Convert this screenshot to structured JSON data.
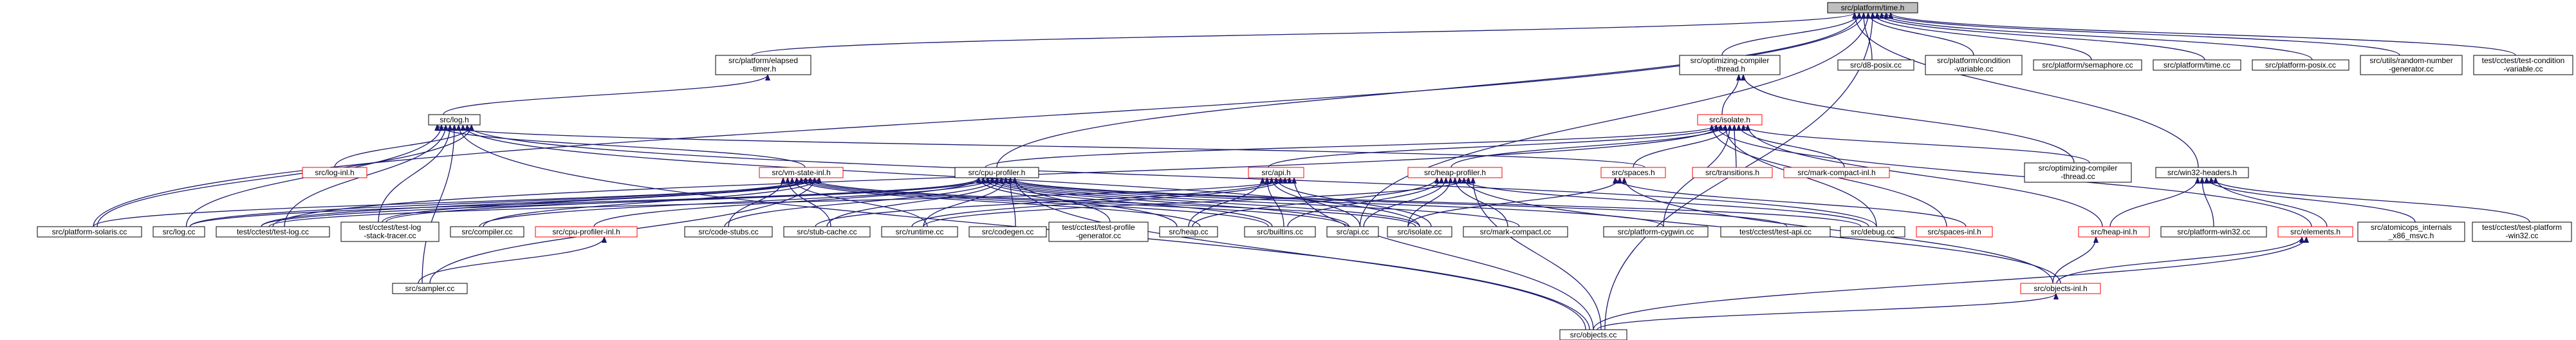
{
  "graph": {
    "colors": {
      "edge": "#191970",
      "node_border_black": "#000000",
      "node_border_red": "#ff0000",
      "root_fill": "#bfbfbf",
      "node_fill": "#ffffff"
    },
    "nodes": [
      {
        "id": "time_h",
        "lines": [
          "src/platform/time.h"
        ],
        "border": "black",
        "fill": "gray"
      },
      {
        "id": "elapsed_timer_h",
        "lines": [
          "src/platform/elapsed",
          "-timer.h"
        ],
        "border": "black"
      },
      {
        "id": "opt_compiler_thread_h",
        "lines": [
          "src/optimizing-compiler",
          "-thread.h"
        ],
        "border": "black"
      },
      {
        "id": "d8_posix",
        "lines": [
          "src/d8-posix.cc"
        ],
        "border": "black"
      },
      {
        "id": "condition_variable",
        "lines": [
          "src/platform/condition",
          "-variable.cc"
        ],
        "border": "black"
      },
      {
        "id": "semaphore",
        "lines": [
          "src/platform/semaphore.cc"
        ],
        "border": "black"
      },
      {
        "id": "time_cc",
        "lines": [
          "src/platform/time.cc"
        ],
        "border": "black"
      },
      {
        "id": "platform_posix",
        "lines": [
          "src/platform-posix.cc"
        ],
        "border": "black"
      },
      {
        "id": "random_gen",
        "lines": [
          "src/utils/random-number",
          "-generator.cc"
        ],
        "border": "black"
      },
      {
        "id": "test_condition",
        "lines": [
          "test/cctest/test-condition",
          "-variable.cc"
        ],
        "border": "black"
      },
      {
        "id": "log_h",
        "lines": [
          "src/log.h"
        ],
        "border": "black"
      },
      {
        "id": "isolate_h",
        "lines": [
          "src/isolate.h"
        ],
        "border": "red"
      },
      {
        "id": "log_inl_h",
        "lines": [
          "src/log-inl.h"
        ],
        "border": "red"
      },
      {
        "id": "vm_state_inl_h",
        "lines": [
          "src/vm-state-inl.h"
        ],
        "border": "red"
      },
      {
        "id": "cpu_profiler_h",
        "lines": [
          "src/cpu-profiler.h"
        ],
        "border": "black"
      },
      {
        "id": "api_h",
        "lines": [
          "src/api.h"
        ],
        "border": "red"
      },
      {
        "id": "heap_profiler_h",
        "lines": [
          "src/heap-profiler.h"
        ],
        "border": "red"
      },
      {
        "id": "spaces_h",
        "lines": [
          "src/spaces.h"
        ],
        "border": "red"
      },
      {
        "id": "transitions_h",
        "lines": [
          "src/transitions.h"
        ],
        "border": "red"
      },
      {
        "id": "mark_compact_inl_h",
        "lines": [
          "src/mark-compact-inl.h"
        ],
        "border": "red"
      },
      {
        "id": "opt_compiler_thread_cc",
        "lines": [
          "src/optimizing-compiler",
          "-thread.cc"
        ],
        "border": "black"
      },
      {
        "id": "win32_headers_h",
        "lines": [
          "src/win32-headers.h"
        ],
        "border": "black"
      },
      {
        "id": "platform_solaris",
        "lines": [
          "src/platform-solaris.cc"
        ],
        "border": "black"
      },
      {
        "id": "log_cc",
        "lines": [
          "src/log.cc"
        ],
        "border": "black"
      },
      {
        "id": "test_log",
        "lines": [
          "test/cctest/test-log.cc"
        ],
        "border": "black"
      },
      {
        "id": "test_log_stack_tracer",
        "lines": [
          "test/cctest/test-log",
          "-stack-tracer.cc"
        ],
        "border": "black"
      },
      {
        "id": "compiler_cc",
        "lines": [
          "src/compiler.cc"
        ],
        "border": "black"
      },
      {
        "id": "cpu_profiler_inl_h",
        "lines": [
          "src/cpu-profiler-inl.h"
        ],
        "border": "red"
      },
      {
        "id": "code_stubs",
        "lines": [
          "src/code-stubs.cc"
        ],
        "border": "black"
      },
      {
        "id": "stub_cache",
        "lines": [
          "src/stub-cache.cc"
        ],
        "border": "black"
      },
      {
        "id": "runtime_cc",
        "lines": [
          "src/runtime.cc"
        ],
        "border": "black"
      },
      {
        "id": "codegen_cc",
        "lines": [
          "src/codegen.cc"
        ],
        "border": "black"
      },
      {
        "id": "test_profile_gen",
        "lines": [
          "test/cctest/test-profile",
          "-generator.cc"
        ],
        "border": "black"
      },
      {
        "id": "heap_cc",
        "lines": [
          "src/heap.cc"
        ],
        "border": "black"
      },
      {
        "id": "builtins_cc",
        "lines": [
          "src/builtins.cc"
        ],
        "border": "black"
      },
      {
        "id": "api_cc",
        "lines": [
          "src/api.cc"
        ],
        "border": "black"
      },
      {
        "id": "isolate_cc",
        "lines": [
          "src/isolate.cc"
        ],
        "border": "black"
      },
      {
        "id": "mark_compact_cc",
        "lines": [
          "src/mark-compact.cc"
        ],
        "border": "black"
      },
      {
        "id": "platform_cygwin",
        "lines": [
          "src/platform-cygwin.cc"
        ],
        "border": "black"
      },
      {
        "id": "test_api",
        "lines": [
          "test/cctest/test-api.cc"
        ],
        "border": "black"
      },
      {
        "id": "debug_cc",
        "lines": [
          "src/debug.cc"
        ],
        "border": "black"
      },
      {
        "id": "spaces_inl_h",
        "lines": [
          "src/spaces-inl.h"
        ],
        "border": "red"
      },
      {
        "id": "heap_inl_h",
        "lines": [
          "src/heap-inl.h"
        ],
        "border": "red"
      },
      {
        "id": "platform_win32",
        "lines": [
          "src/platform-win32.cc"
        ],
        "border": "black"
      },
      {
        "id": "elements_h",
        "lines": [
          "src/elements.h"
        ],
        "border": "red"
      },
      {
        "id": "atomicops",
        "lines": [
          "src/atomicops_internals",
          "_x86_msvc.h"
        ],
        "border": "black"
      },
      {
        "id": "test_platform_win32",
        "lines": [
          "test/cctest/test-platform",
          "-win32.cc"
        ],
        "border": "black"
      },
      {
        "id": "sampler_cc",
        "lines": [
          "src/sampler.cc"
        ],
        "border": "black"
      },
      {
        "id": "objects_inl_h",
        "lines": [
          "src/objects-inl.h"
        ],
        "border": "red"
      },
      {
        "id": "objects_cc",
        "lines": [
          "src/objects.cc"
        ],
        "border": "black"
      }
    ],
    "edges": [
      [
        "elapsed_timer_h",
        "time_h"
      ],
      [
        "opt_compiler_thread_h",
        "time_h"
      ],
      [
        "d8_posix",
        "time_h"
      ],
      [
        "condition_variable",
        "time_h"
      ],
      [
        "semaphore",
        "time_h"
      ],
      [
        "time_cc",
        "time_h"
      ],
      [
        "platform_posix",
        "time_h"
      ],
      [
        "random_gen",
        "time_h"
      ],
      [
        "test_condition",
        "time_h"
      ],
      [
        "win32_headers_h",
        "time_h"
      ],
      [
        "cpu_profiler_h",
        "time_h"
      ],
      [
        "platform_solaris",
        "time_h"
      ],
      [
        "api_cc",
        "time_h"
      ],
      [
        "objects_cc",
        "time_h"
      ],
      [
        "log_h",
        "elapsed_timer_h"
      ],
      [
        "isolate_h",
        "opt_compiler_thread_h"
      ],
      [
        "opt_compiler_thread_cc",
        "opt_compiler_thread_h"
      ],
      [
        "log_inl_h",
        "log_h"
      ],
      [
        "vm_state_inl_h",
        "log_h"
      ],
      [
        "log_cc",
        "log_h"
      ],
      [
        "test_log",
        "log_h"
      ],
      [
        "test_log_stack_tracer",
        "log_h"
      ],
      [
        "sampler_cc",
        "log_h"
      ],
      [
        "objects_cc",
        "log_h"
      ],
      [
        "isolate_cc",
        "log_h"
      ],
      [
        "debug_cc",
        "log_h"
      ],
      [
        "platform_solaris",
        "log_h"
      ],
      [
        "spaces_h",
        "log_h"
      ],
      [
        "cpu_profiler_h",
        "isolate_h"
      ],
      [
        "api_h",
        "isolate_h"
      ],
      [
        "heap_profiler_h",
        "isolate_h"
      ],
      [
        "spaces_h",
        "isolate_h"
      ],
      [
        "transitions_h",
        "isolate_h"
      ],
      [
        "mark_compact_inl_h",
        "isolate_h"
      ],
      [
        "opt_compiler_thread_cc",
        "isolate_h"
      ],
      [
        "heap_inl_h",
        "isolate_h"
      ],
      [
        "spaces_inl_h",
        "isolate_h"
      ],
      [
        "elements_h",
        "isolate_h"
      ],
      [
        "test_log",
        "isolate_h"
      ],
      [
        "debug_cc",
        "isolate_h"
      ],
      [
        "platform_cygwin",
        "isolate_h"
      ],
      [
        "log_cc",
        "vm_state_inl_h"
      ],
      [
        "test_log",
        "vm_state_inl_h"
      ],
      [
        "test_log_stack_tracer",
        "vm_state_inl_h"
      ],
      [
        "compiler_cc",
        "vm_state_inl_h"
      ],
      [
        "code_stubs",
        "vm_state_inl_h"
      ],
      [
        "stub_cache",
        "vm_state_inl_h"
      ],
      [
        "runtime_cc",
        "vm_state_inl_h"
      ],
      [
        "heap_cc",
        "vm_state_inl_h"
      ],
      [
        "builtins_cc",
        "vm_state_inl_h"
      ],
      [
        "api_cc",
        "vm_state_inl_h"
      ],
      [
        "isolate_cc",
        "vm_state_inl_h"
      ],
      [
        "sampler_cc",
        "vm_state_inl_h"
      ],
      [
        "platform_solaris",
        "vm_state_inl_h"
      ],
      [
        "cpu_profiler_inl_h",
        "cpu_profiler_h"
      ],
      [
        "log_cc",
        "cpu_profiler_h"
      ],
      [
        "test_log",
        "cpu_profiler_h"
      ],
      [
        "compiler_cc",
        "cpu_profiler_h"
      ],
      [
        "code_stubs",
        "cpu_profiler_h"
      ],
      [
        "stub_cache",
        "cpu_profiler_h"
      ],
      [
        "runtime_cc",
        "cpu_profiler_h"
      ],
      [
        "codegen_cc",
        "cpu_profiler_h"
      ],
      [
        "test_profile_gen",
        "cpu_profiler_h"
      ],
      [
        "heap_cc",
        "cpu_profiler_h"
      ],
      [
        "builtins_cc",
        "cpu_profiler_h"
      ],
      [
        "api_cc",
        "cpu_profiler_h"
      ],
      [
        "isolate_cc",
        "cpu_profiler_h"
      ],
      [
        "mark_compact_cc",
        "cpu_profiler_h"
      ],
      [
        "platform_cygwin",
        "cpu_profiler_h"
      ],
      [
        "test_api",
        "cpu_profiler_h"
      ],
      [
        "debug_cc",
        "cpu_profiler_h"
      ],
      [
        "objects_cc",
        "cpu_profiler_h"
      ],
      [
        "test_log_stack_tracer",
        "cpu_profiler_h"
      ],
      [
        "heap_cc",
        "api_h"
      ],
      [
        "builtins_cc",
        "api_h"
      ],
      [
        "api_cc",
        "api_h"
      ],
      [
        "isolate_cc",
        "api_h"
      ],
      [
        "stub_cache",
        "api_h"
      ],
      [
        "runtime_cc",
        "api_h"
      ],
      [
        "test_log",
        "api_h"
      ],
      [
        "objects_cc",
        "api_h"
      ],
      [
        "heap_cc",
        "heap_profiler_h"
      ],
      [
        "builtins_cc",
        "heap_profiler_h"
      ],
      [
        "api_cc",
        "heap_profiler_h"
      ],
      [
        "isolate_cc",
        "heap_profiler_h"
      ],
      [
        "mark_compact_cc",
        "heap_profiler_h"
      ],
      [
        "debug_cc",
        "heap_profiler_h"
      ],
      [
        "objects_inl_h",
        "heap_profiler_h"
      ],
      [
        "runtime_cc",
        "heap_profiler_h"
      ],
      [
        "objects_cc",
        "heap_profiler_h"
      ],
      [
        "spaces_inl_h",
        "spaces_h"
      ],
      [
        "isolate_cc",
        "spaces_h"
      ],
      [
        "objects_inl_h",
        "spaces_h"
      ],
      [
        "heap_inl_h",
        "win32_headers_h"
      ],
      [
        "platform_win32",
        "win32_headers_h"
      ],
      [
        "atomicops",
        "win32_headers_h"
      ],
      [
        "test_platform_win32",
        "win32_headers_h"
      ],
      [
        "elements_h",
        "win32_headers_h"
      ],
      [
        "sampler_cc",
        "cpu_profiler_inl_h"
      ],
      [
        "objects_inl_h",
        "heap_inl_h"
      ],
      [
        "objects_inl_h",
        "elements_h"
      ],
      [
        "objects_cc",
        "elements_h"
      ],
      [
        "objects_cc",
        "objects_inl_h"
      ]
    ]
  }
}
